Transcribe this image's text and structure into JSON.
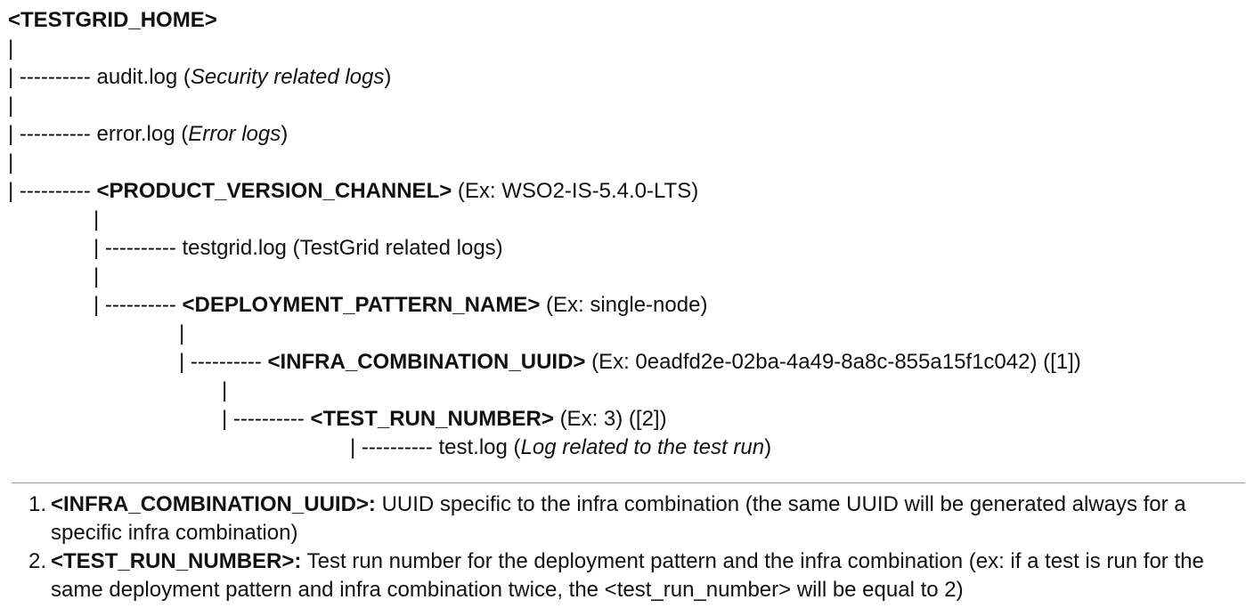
{
  "tree": {
    "root": "<TESTGRID_HOME>",
    "pipe": "|",
    "dashes": "----------",
    "audit": {
      "name": "audit.log",
      "desc": "Security related logs"
    },
    "error": {
      "name": "error.log",
      "desc": "Error logs"
    },
    "product": {
      "name": "<PRODUCT_VERSION_CHANNEL>",
      "example": "(Ex: WSO2-IS-5.4.0-LTS)"
    },
    "testgrid_log": {
      "name": "testgrid.log",
      "desc": "(TestGrid related logs)"
    },
    "deployment": {
      "name": "<DEPLOYMENT_PATTERN_NAME>",
      "example": "(Ex: single-node)"
    },
    "infra": {
      "name": "<INFRA_COMBINATION_UUID>",
      "example": "(Ex: 0eadfd2e-02ba-4a49-8a8c-855a15f1c042) ([1])"
    },
    "test_run": {
      "name": "<TEST_RUN_NUMBER>",
      "example": "(Ex: 3) ([2])"
    },
    "test_log": {
      "name": "test.log",
      "desc": "Log related to the test run"
    }
  },
  "notes": [
    {
      "number": "1.",
      "term": "<INFRA_COMBINATION_UUID>:",
      "text": "UUID specific to the infra combination (the same UUID will be generated always for a specific infra combination)"
    },
    {
      "number": "2.",
      "term": "<TEST_RUN_NUMBER>:",
      "text": "Test run number for the deployment pattern and the infra combination (ex: if a test is run for the same deployment pattern and infra combination twice, the <test_run_number> will be equal to 2)"
    }
  ]
}
